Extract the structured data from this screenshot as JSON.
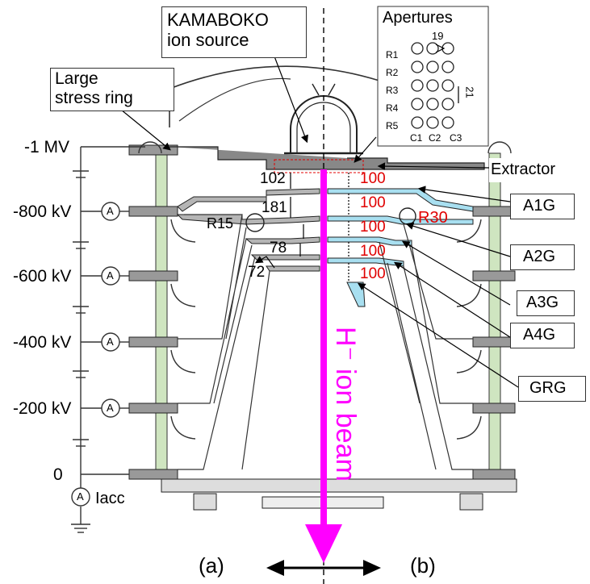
{
  "source_label": "KAMABOKO\nion source",
  "apertures": {
    "title": "Apertures",
    "pitch": "19",
    "pitch_side": "21",
    "rows": [
      "R1",
      "R2",
      "R3",
      "R4",
      "R5"
    ],
    "cols": [
      "C1",
      "C2",
      "C3"
    ]
  },
  "stress_ring_label": "Large\nstress ring",
  "voltages": [
    "-1 MV",
    "-800 kV",
    "-600 kV",
    "-400 kV",
    "-200 kV",
    "0"
  ],
  "ammeter_symbol": "A",
  "current_label": "Iacc",
  "gaps": {
    "left": [
      "102",
      "181",
      "78",
      "72"
    ],
    "right": [
      "100",
      "100",
      "100",
      "100",
      "100"
    ]
  },
  "radii": {
    "left": "R15",
    "right": "R30"
  },
  "grid_labels": [
    "Extractor",
    "A1G",
    "A2G",
    "A3G",
    "A4G",
    "GRG"
  ],
  "beam_label": "H⁻ ion beam",
  "panel_labels": {
    "left": "(a)",
    "right": "(b)"
  },
  "colors": {
    "beam": "#ff00ff",
    "gap_right": "#e00000",
    "insulator": "#cfe5c0",
    "grid_fill": "#b5b5b5",
    "grid_cyan": "#a8dff0"
  }
}
